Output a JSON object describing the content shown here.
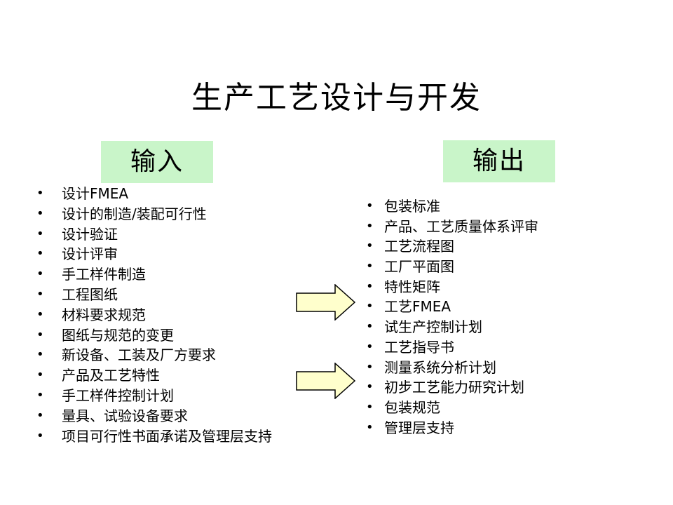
{
  "title": "生产工艺设计与开发",
  "input": {
    "header": "输入",
    "items": [
      "设计FMEA",
      "设计的制造/装配可行性",
      "设计验证",
      "设计评审",
      "手工样件制造",
      "工程图纸",
      "材料要求规范",
      "图纸与规范的变更",
      "新设备、工装及厂方要求",
      "产品及工艺特性",
      "手工样件控制计划",
      "量具、试验设备要求",
      "项目可行性书面承诺及管理层支持"
    ]
  },
  "output": {
    "header": "输出",
    "items": [
      "包装标准",
      "产品、工艺质量体系评审",
      "工艺流程图",
      "工厂平面图",
      "特性矩阵",
      "工艺FMEA",
      "试生产控制计划",
      "工艺指导书",
      "测量系统分析计划",
      "初步工艺能力研究计划",
      "包装规范",
      "管理层支持"
    ]
  },
  "bullet_char": "•",
  "colors": {
    "header_bg": "#c9f5c9",
    "arrow_fill": "#ffffcc",
    "arrow_stroke": "#000000"
  },
  "icons": [
    "right-arrow-icon",
    "right-arrow-icon"
  ]
}
